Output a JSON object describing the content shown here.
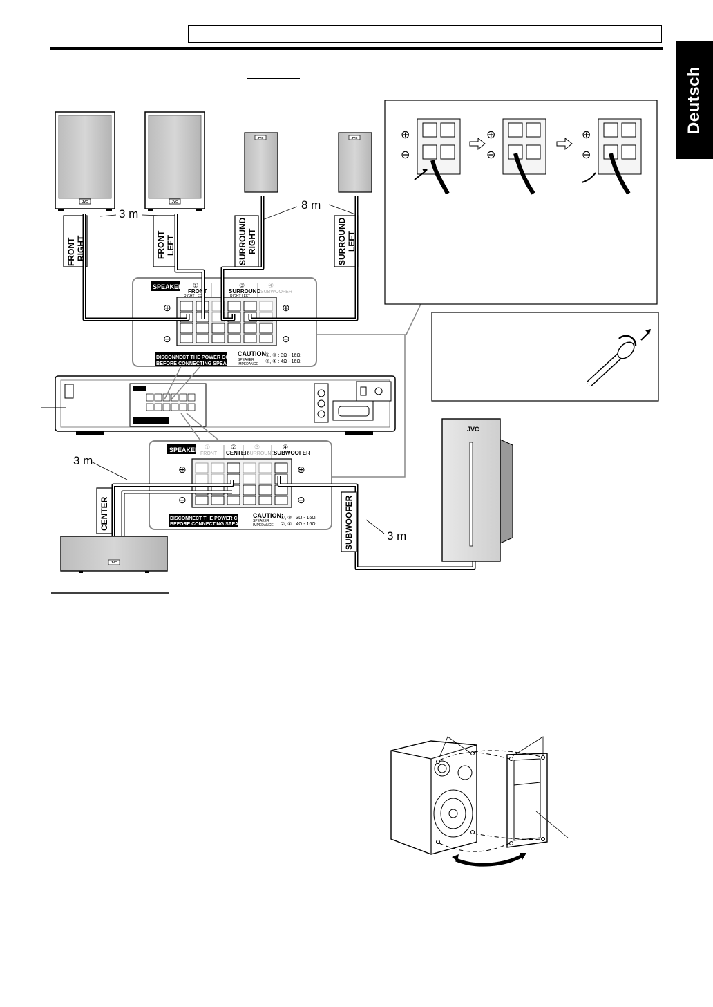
{
  "page": {
    "language_tab": "Deutsch"
  },
  "diagram": {
    "distances": {
      "front": "3 m",
      "surround": "8 m",
      "center": "3 m",
      "subwoofer": "3 m"
    },
    "speaker_labels": {
      "front_right": [
        "FRONT",
        "RIGHT"
      ],
      "front_left": [
        "FRONT",
        "LEFT"
      ],
      "surround_right": [
        "SURROUND",
        "RIGHT"
      ],
      "surround_left": [
        "SURROUND",
        "LEFT"
      ],
      "center": "CENTER",
      "subwoofer": "SUBWOOFER"
    },
    "brand": "JVC",
    "panel_top": {
      "title": "SPEAKERS",
      "ch1_num": "①",
      "ch1_name": "FRONT",
      "ch1_sub": "RIGHT    LEFT",
      "ch3_num": "③",
      "ch3_name": "SURROUND",
      "ch3_sub": "RIGHT    LEFT",
      "ch4_num": "④",
      "ch4_name": "SUBWOOFER",
      "warning_line1": "DISCONNECT THE POWER CORD",
      "warning_line2": "BEFORE CONNECTING SPEAKERS",
      "caution": "CAUTION:",
      "impedance_label1": "SPEAKER",
      "impedance_label2": "IMPEDANCE",
      "impedance_1": "①, ③ : 3Ω - 16Ω",
      "impedance_2": "②, ④ : 4Ω - 16Ω"
    },
    "panel_bottom": {
      "title": "SPEAKERS",
      "ch1_num": "①",
      "ch1_name": "FRONT",
      "ch2_num": "②",
      "ch2_name": "CENTER",
      "ch3_num": "③",
      "ch3_name": "SURROUND",
      "ch4_num": "④",
      "ch4_name": "SUBWOOFER",
      "warning_line1": "DISCONNECT THE POWER CORD",
      "warning_line2": "BEFORE CONNECTING SPEAKERS",
      "caution": "CAUTION:",
      "impedance_label1": "SPEAKER",
      "impedance_label2": "IMPEDANCE",
      "impedance_1": "①, ③ : 3Ω - 16Ω",
      "impedance_2": "②, ④ : 4Ω - 16Ω"
    },
    "plus": "⊕",
    "minus": "⊖"
  }
}
